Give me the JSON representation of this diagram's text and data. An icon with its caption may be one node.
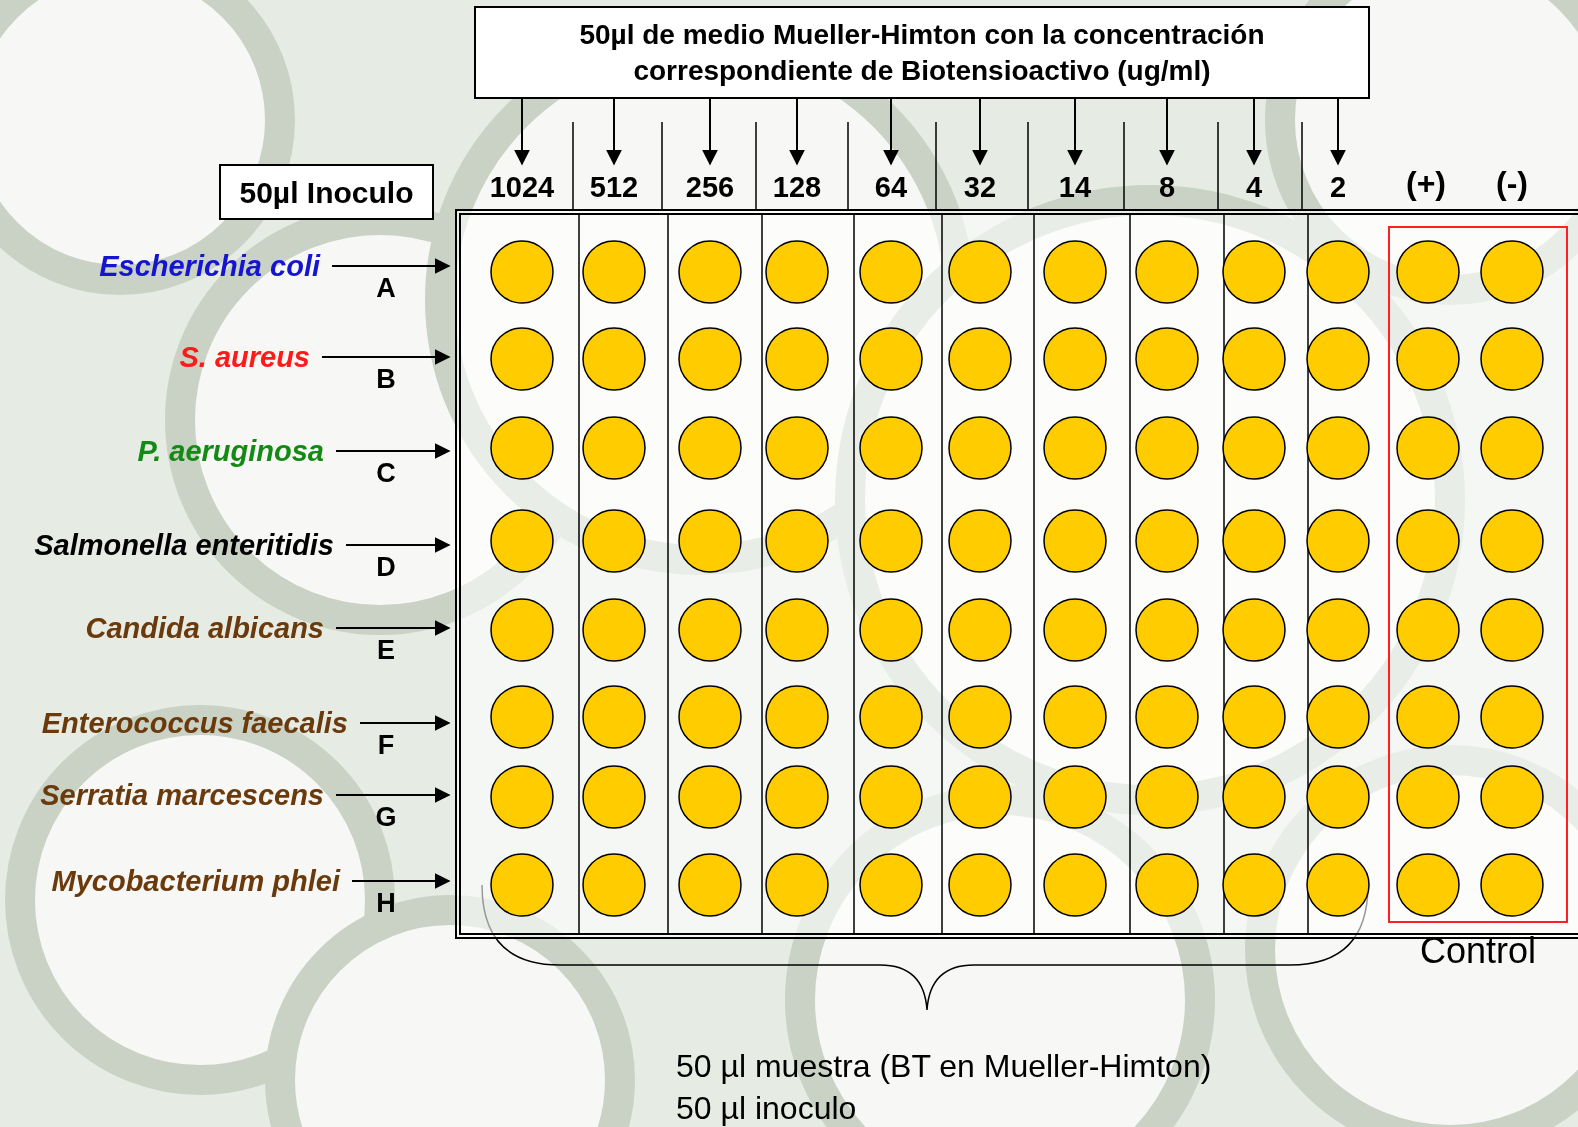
{
  "diagram": {
    "nodes": [
      {
        "text": [
          "50µl de medio Mueller-Himton con la concentración correspondiente de Biotensioactivo (ug/ml)"
        ]
      },
      {
        "text": [
          "1024"
        ]
      },
      {
        "text": [
          "512"
        ]
      },
      {
        "text": [
          "256"
        ]
      },
      {
        "text": [
          "128"
        ]
      },
      {
        "text": [
          "64"
        ]
      },
      {
        "text": [
          "32"
        ]
      },
      {
        "text": [
          "14"
        ]
      },
      {
        "text": [
          "8"
        ]
      },
      {
        "text": [
          "4"
        ]
      },
      {
        "text": [
          "2"
        ]
      },
      {
        "text": [
          "50µl Inoculo"
        ]
      },
      {
        "text": [
          "Escherichia coli"
        ]
      },
      {
        "text": [
          "S. aureus"
        ]
      },
      {
        "text": [
          "P. aeruginosa"
        ]
      },
      {
        "text": [
          "Salmonella enteritidis"
        ]
      },
      {
        "text": [
          "Candida albicans"
        ]
      },
      {
        "text": [
          "Enterococcus faecalis"
        ]
      },
      {
        "text": [
          "Serratia marcescens"
        ]
      },
      {
        "text": [
          "Mycobacterium phlei"
        ]
      },
      {
        "text": [],
        "shape": "box"
      },
      {
        "text": [],
        "shape": "box",
        "in": 20,
        "beside": [
          "Control"
        ]
      }
    ],
    "edges": [
      {
        "from": 0,
        "to": 1,
        "arrow": "to"
      },
      {
        "from": 0,
        "to": 2,
        "arrow": "to"
      },
      {
        "from": 0,
        "to": 3,
        "arrow": "to"
      },
      {
        "from": 0,
        "to": 4,
        "arrow": "to"
      },
      {
        "from": 0,
        "to": 5,
        "arrow": "to"
      },
      {
        "from": 0,
        "to": 6,
        "arrow": "to"
      },
      {
        "from": 0,
        "to": 7,
        "arrow": "to"
      },
      {
        "from": 0,
        "to": 8,
        "arrow": "to"
      },
      {
        "from": 0,
        "to": 9,
        "arrow": "to"
      },
      {
        "from": 0,
        "to": 10,
        "arrow": "to"
      },
      {
        "from": 12,
        "to": 20,
        "arrow": "to",
        "label": "A"
      },
      {
        "from": 13,
        "to": 20,
        "arrow": "to",
        "label": "B"
      },
      {
        "from": 14,
        "to": 20,
        "arrow": "to",
        "label": "C"
      },
      {
        "from": 15,
        "to": 20,
        "arrow": "to",
        "label": "D"
      },
      {
        "from": 16,
        "to": 20,
        "arrow": "to",
        "label": "E"
      },
      {
        "from": 17,
        "to": 20,
        "arrow": "to",
        "label": "F"
      },
      {
        "from": 18,
        "to": 20,
        "arrow": "to",
        "label": "G"
      },
      {
        "from": 19,
        "to": 20,
        "arrow": "to",
        "label": "H"
      }
    ],
    "labels": [
      "(+)",
      "(-)",
      "50 µl muestra (BT en Mueller-Himton)",
      "50 µl inoculo"
    ]
  }
}
